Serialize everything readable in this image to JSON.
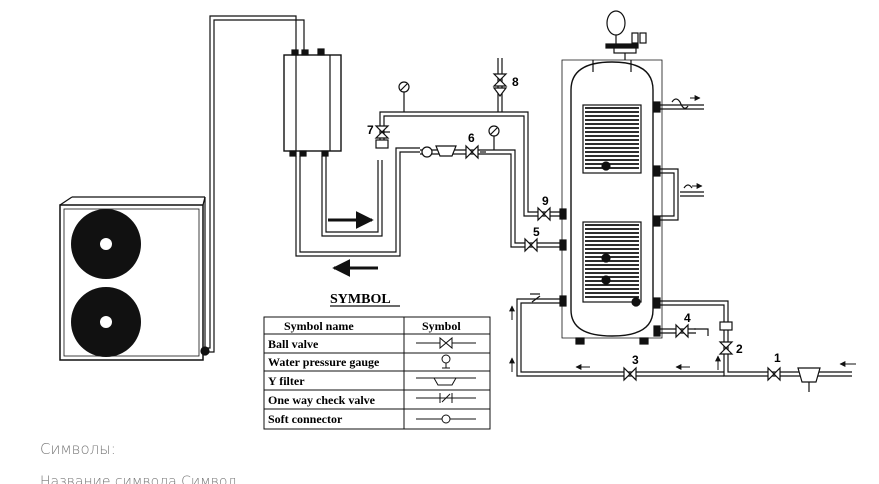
{
  "symbol_table": {
    "title": "SYMBOL",
    "headers": [
      "Symbol name",
      "Symbol"
    ],
    "rows": [
      "Ball valve",
      "Water pressure gauge",
      "Y filter",
      "One way check valve",
      "Soft connector"
    ]
  },
  "valve_labels": [
    "1",
    "2",
    "3",
    "4",
    "5",
    "6",
    "7",
    "8",
    "9"
  ],
  "caption": {
    "title": "Символы:",
    "subtitle": "Название символа    Символ"
  }
}
